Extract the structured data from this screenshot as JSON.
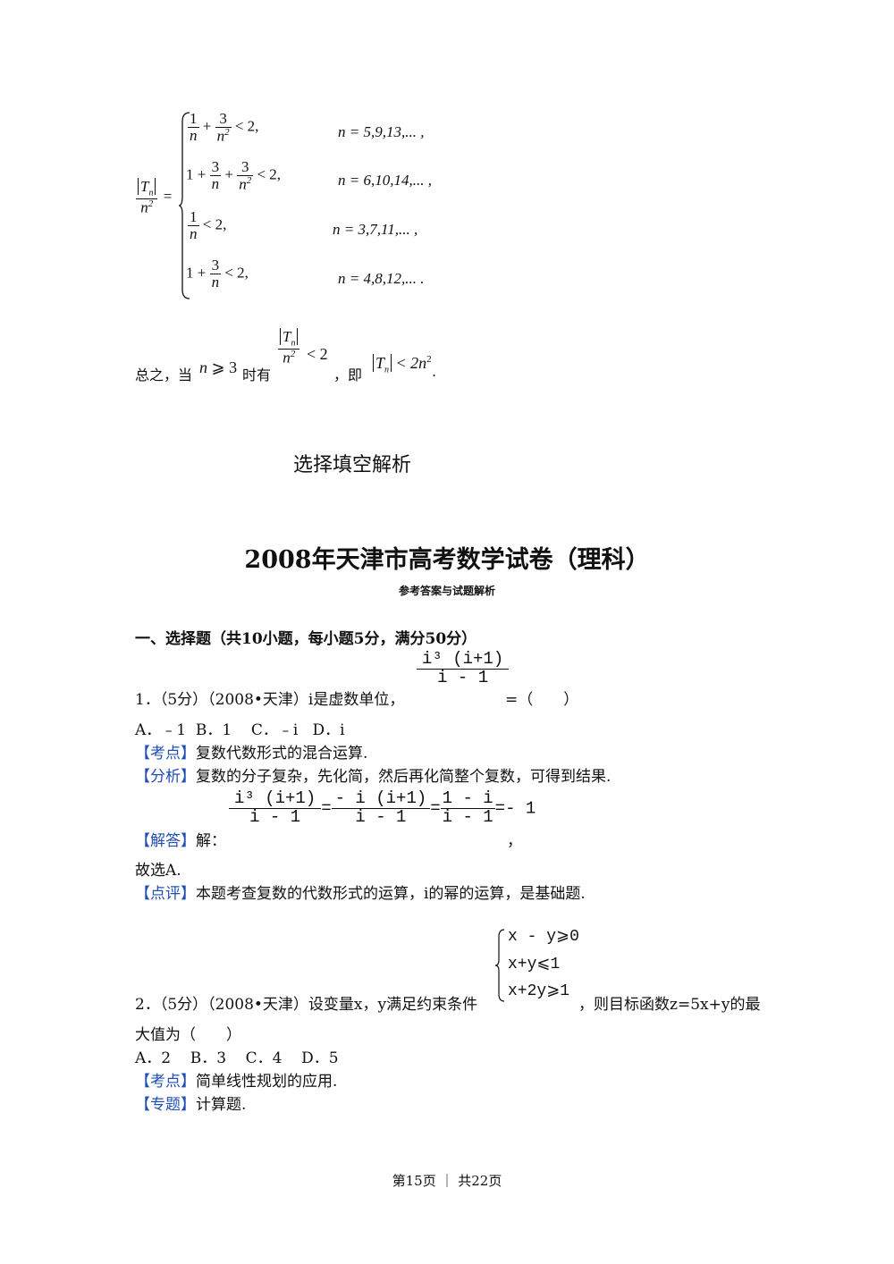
{
  "piecewise": {
    "lhs_num": "T",
    "lhs_sub": "n",
    "lhs_den_base": "n",
    "lhs_den_exp": "2",
    "lhs_eq": "=",
    "rows": [
      {
        "a": "1",
        "b": "n",
        "plus": "+",
        "c": "3",
        "d": "n",
        "dexp": "2",
        "rel": "< 2,",
        "cond": "n = 5,9,13,... ,"
      },
      {
        "lead": "1 +",
        "a": "3",
        "b": "n",
        "plus": "+",
        "c": "3",
        "d": "n",
        "dexp": "2",
        "rel": "< 2,",
        "cond": "n = 6,10,14,... ,"
      },
      {
        "a": "1",
        "b": "n",
        "rel": "< 2,",
        "cond": "n = 3,7,11,... ,"
      },
      {
        "lead": "1 +",
        "a": "3",
        "b": "n",
        "rel": "< 2,",
        "cond": "n = 4,8,12,... ."
      }
    ]
  },
  "summary": {
    "p1": "总之，当",
    "cond_n": "n",
    "cond_geq": "⩾ 3",
    "p2": "时有",
    "frac_T": "T",
    "frac_sub": "n",
    "frac_den": "n",
    "frac_exp": "2",
    "lt2": "< 2",
    "p3": "，即",
    "ineq_T": "T",
    "ineq_sub": "n",
    "ineq_rhs": "< 2n",
    "ineq_exp": "2",
    "end": "."
  },
  "section_heading": "选择填空解析",
  "title": "2008年天津市高考数学试卷（理科）",
  "subtitle": "参考答案与试题解析",
  "part_heading": "一、选择题（共10小题，每小题5分，满分50分）",
  "q1": {
    "frac_num": "i³ (i+1)",
    "frac_den": "i - 1",
    "stem": "1．（5分）（2008•天津）i是虚数单位，",
    "stem_end": "=（　　）",
    "options": "A．﹣1  B．1    C．﹣i   D．i",
    "kaodian_tag": "【考点】",
    "kaodian": "复数代数形式的混合运算.",
    "fenxi_tag": "【分析】",
    "fenxi": "复数的分子复杂，先化简，然后再化简整个复数，可得到结果.",
    "sol_f1_num": "i³ (i+1)",
    "sol_f1_den": "i - 1",
    "sol_eq1": "=",
    "sol_f2_num": "- i (i+1)",
    "sol_f2_den": "i - 1",
    "sol_eq2": "=",
    "sol_f3_num": "1 - i",
    "sol_f3_den": "i - 1",
    "sol_result": "=- 1",
    "jieda_tag": "【解答】",
    "jieda": "解：",
    "jieda_end": "，",
    "choose": "故选A.",
    "dianping_tag": "【点评】",
    "dianping": "本题考查复数的代数形式的运算，i的幂的运算，是基础题."
  },
  "q2": {
    "sys": [
      "x - y⩾0",
      "x+y⩽1",
      "x+2y⩾1"
    ],
    "stem": "2．（5分）（2008•天津）设变量x，y满足约束条件",
    "stem_end": "，则目标函数z=5x+y的最",
    "stem2": "大值为（　　）",
    "options": "A．2    B．3    C．4    D．5",
    "kaodian_tag": "【考点】",
    "kaodian": "简单线性规划的应用.",
    "zhuanti_tag": "【专题】",
    "zhuanti": "计算题."
  },
  "footer": "第15页 ｜ 共22页"
}
